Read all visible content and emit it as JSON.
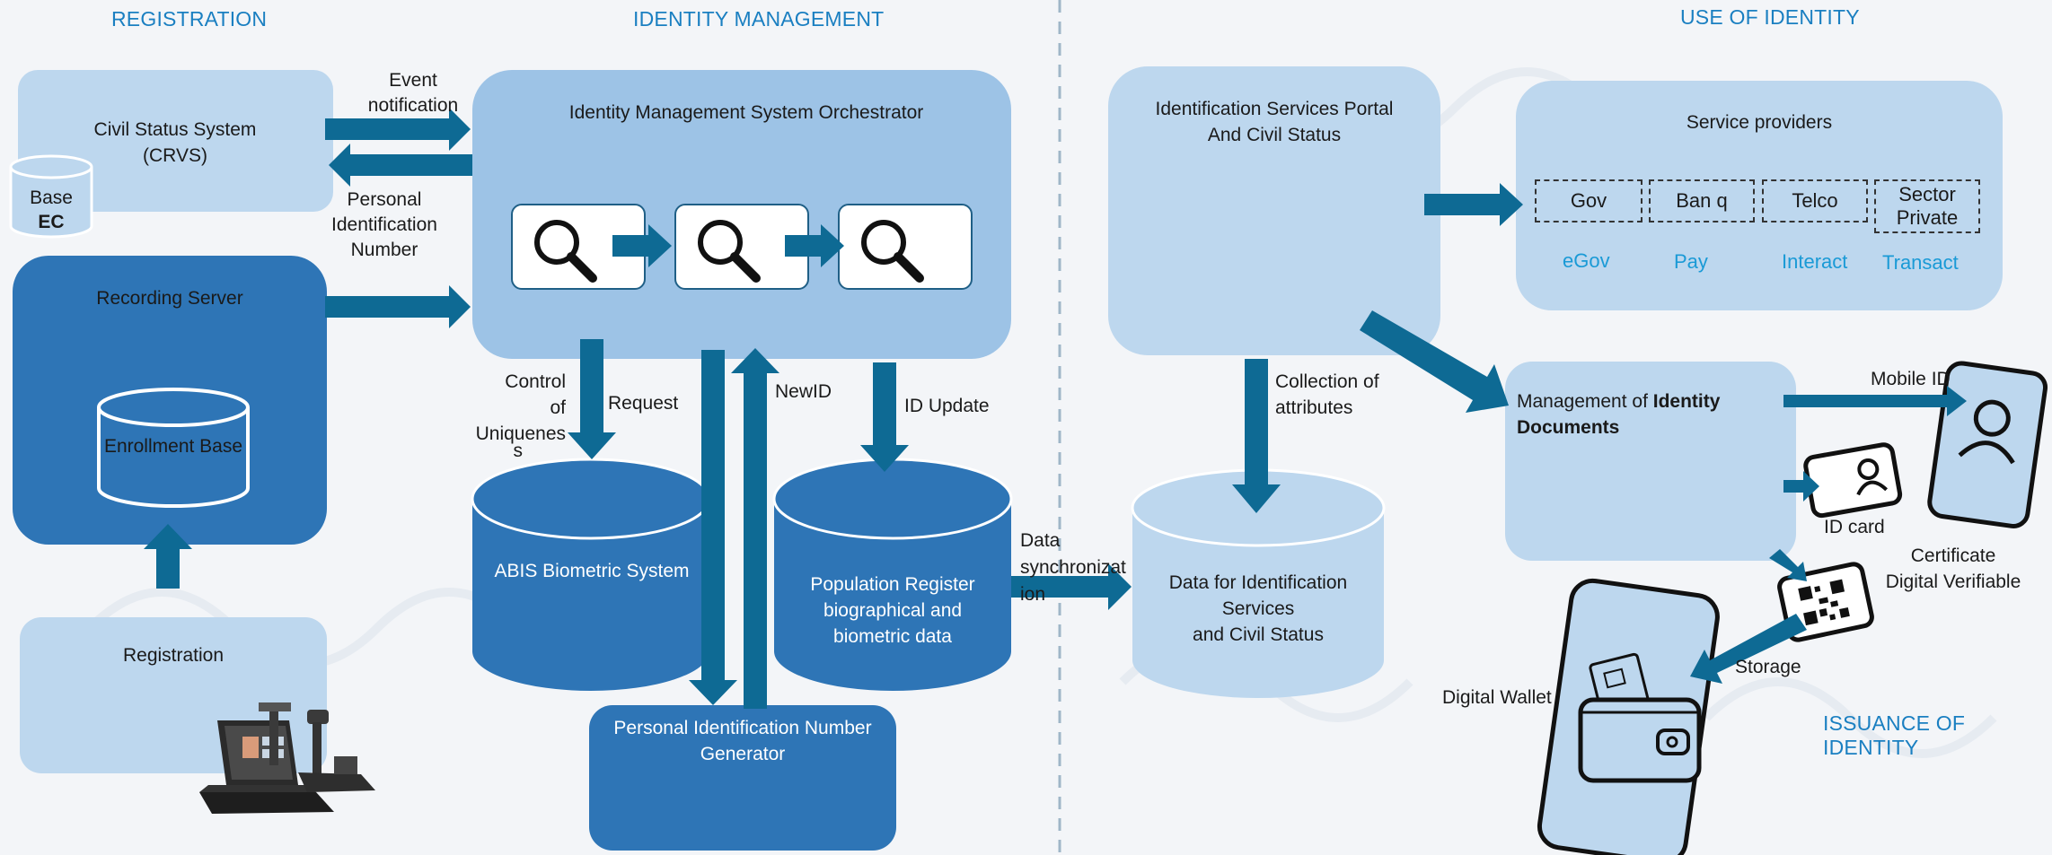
{
  "headers": {
    "registration": "REGISTRATION",
    "identity_management": "IDENTITY MANAGEMENT",
    "use_of_identity": "USE OF IDENTITY",
    "issuance_of_identity": "ISSUANCE OF IDENTITY"
  },
  "registration": {
    "civil_status_line1": "Civil Status System",
    "civil_status_line2": "(CRVS)",
    "base_line1": "Base",
    "base_line2": "EC",
    "recording_server": "Recording Server",
    "enrollment_base": "Enrollment Base",
    "registration_label": "Registration"
  },
  "labels": {
    "event_notification_1": "Event",
    "event_notification_2": "notification",
    "pin_1": "Personal",
    "pin_2": "Identification",
    "pin_3": "Number",
    "control_1": "Control",
    "control_2": "of",
    "control_3": "Uniquenes",
    "control_4": "s",
    "request": "Request",
    "new_id": "NewID",
    "id_update": "ID Update",
    "data_sync_1": "Data",
    "data_sync_2": "synchronizat",
    "data_sync_3": "ion",
    "collection_1": "Collection of",
    "collection_2": "attributes",
    "mobile_id": "Mobile ID",
    "id_card": "ID card",
    "certificate_1": "Certificate",
    "certificate_2": "Digital Verifiable",
    "storage": "Storage",
    "digital_wallet": "Digital Wallet"
  },
  "identity_mgmt": {
    "orchestrator": "Identity Management System Orchestrator",
    "abis": "ABIS Biometric System",
    "pop_reg_1": "Population Register",
    "pop_reg_2": "biographical and",
    "pop_reg_3": "biometric data",
    "pin_gen_1": "Personal Identification Number",
    "pin_gen_2": "Generator"
  },
  "use": {
    "portal_1": "Identification Services Portal",
    "portal_2": "And Civil Status",
    "data_1": "Data for Identification",
    "data_2": "Services",
    "data_3": "and Civil Status",
    "service_providers": "Service providers",
    "providers": [
      {
        "name": "Gov",
        "action": "eGov"
      },
      {
        "name": "Ban q",
        "action": "Pay"
      },
      {
        "name": "Telco",
        "action": "Interact"
      },
      {
        "name": "Sector Private",
        "action": "Transact"
      }
    ],
    "mgmt_prefix": "Management of ",
    "mgmt_bold_1": "Identity",
    "mgmt_bold_2": "Documents"
  },
  "icons": [
    "magnifier-icon",
    "laptop-scanner-icon",
    "person-icon",
    "id-card-icon",
    "qr-code-icon",
    "wallet-icon",
    "phone-icon",
    "database-icon"
  ],
  "colors": {
    "light_box": "#bdd7ee",
    "mid_box": "#9dc3e6",
    "dark_box": "#2e75b6",
    "arrow": "#0e6a94",
    "header": "#1a7fc1",
    "accent_text": "#1a9ad6"
  }
}
